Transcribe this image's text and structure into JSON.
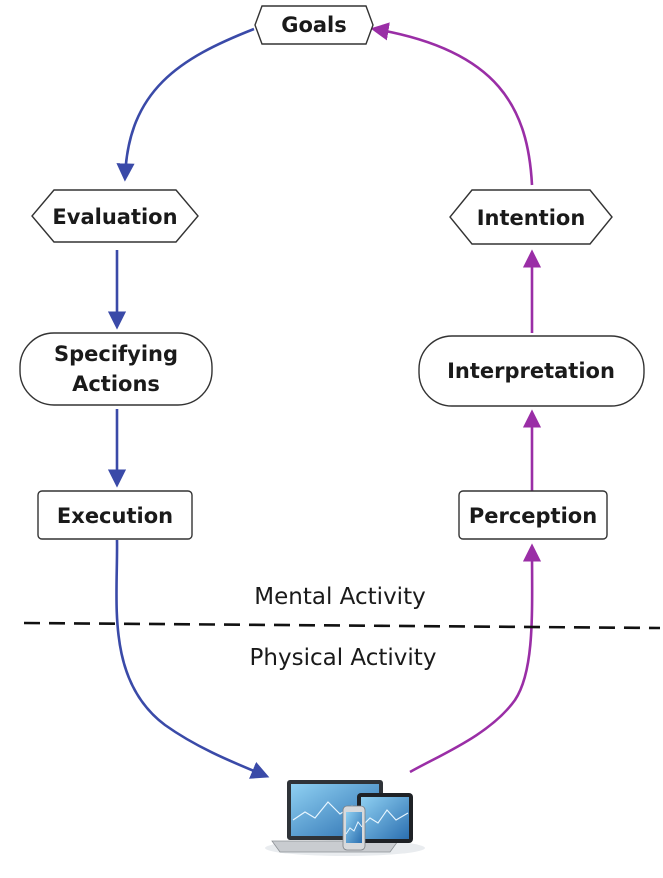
{
  "nodes": {
    "goals": "Goals",
    "evaluation": "Evaluation",
    "specifying_line1": "Specifying",
    "specifying_line2": "Actions",
    "execution": "Execution",
    "intention": "Intention",
    "interpretation": "Interpretation",
    "perception": "Perception"
  },
  "regions": {
    "mental": "Mental Activity",
    "physical": "Physical Activity"
  },
  "colors": {
    "evaluation_path": "#3a4aa8",
    "execution_path": "#9a2ea6",
    "divider": "#111111"
  }
}
